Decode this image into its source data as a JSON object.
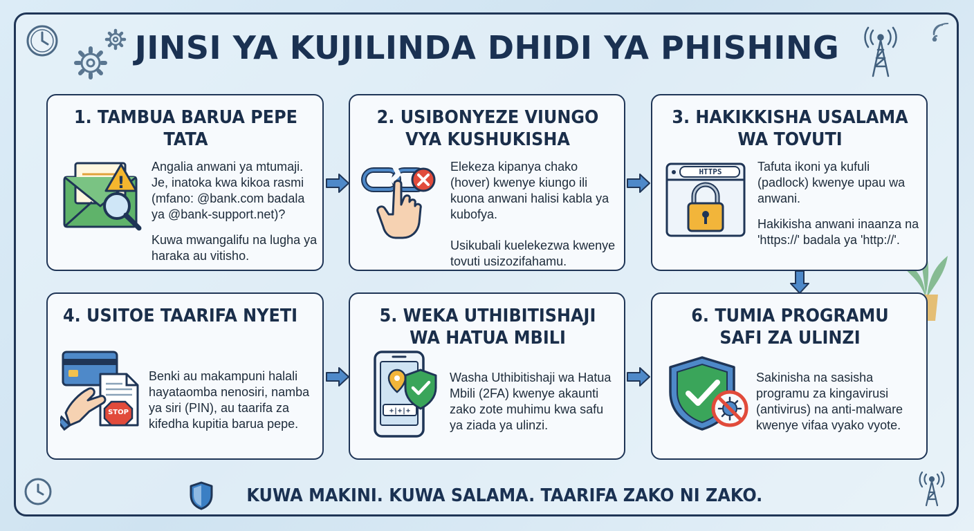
{
  "title": "JINSI YA KUJILINDA DHIDI YA PHISHING",
  "cards": [
    {
      "title": "1. TAMBUA BARUA PEPE TATA",
      "paragraphs": [
        "Angalia anwani ya mtumaji. Je, inatoka kwa kikoa rasmi (mfano: @bank.com badala ya @bank-support.net)?",
        "Kuwa mwangalifu na lugha ya haraka au vitisho."
      ],
      "icon": "envelope-warning-magnifier-icon"
    },
    {
      "title": "2. USIBONYEZE VIUNGO VYA KUSHUKISHA",
      "paragraphs": [
        "Elekeza kipanya chako (hover) kwenye kiungo ili kuona anwani halisi kabla ya kubofya.",
        "Usikubali kuelekezwa kwenye tovuti usizozifahamu."
      ],
      "icon": "broken-link-hand-icon"
    },
    {
      "title": "3. HAKIKKISHA USALAMA WA TOVUTI",
      "paragraphs": [
        "Tafuta ikoni ya kufuli (padlock) kwenye upau wa anwani.",
        "Hakikisha anwani inaanza na 'https://' badala ya 'http://'."
      ],
      "icon": "browser-padlock-icon",
      "icon_label": "HTTPS"
    },
    {
      "title": "4. USITOE TAARIFA NYETI",
      "paragraphs": [
        "Benki au makampuni halali hayataomba nenosiri, namba ya siri (PIN), au taarifa za kifedha kupitia barua pepe."
      ],
      "icon": "credit-card-stop-icon",
      "icon_label": "STOP"
    },
    {
      "title": "5.  WEKA UTHIBITISHAJI WA HATUA MBILI",
      "paragraphs": [
        "Washa Uthibitishaji wa Hatua Mbili (2FA) kwenye akaunti zako zote muhimu kwa safu ya ziada ya ulinzi."
      ],
      "icon": "phone-shield-icon"
    },
    {
      "title": "6. TUMIA PROGRAMU SAFI ZA ULINZI",
      "paragraphs": [
        "Sakinisha na sasisha programu za kingavirusi (antivirus) na anti-malware kwenye vifaa vyako vyote."
      ],
      "icon": "shield-no-virus-icon"
    }
  ],
  "footer": "KUWA MAKINI. KUWA SALAMA. TAARIFA ZAKO NI ZAKO.",
  "colors": {
    "navy": "#1f3556",
    "accent_blue": "#3b7fc4",
    "green": "#3aa55a",
    "warning": "#f0b429",
    "danger": "#e14b3b"
  }
}
